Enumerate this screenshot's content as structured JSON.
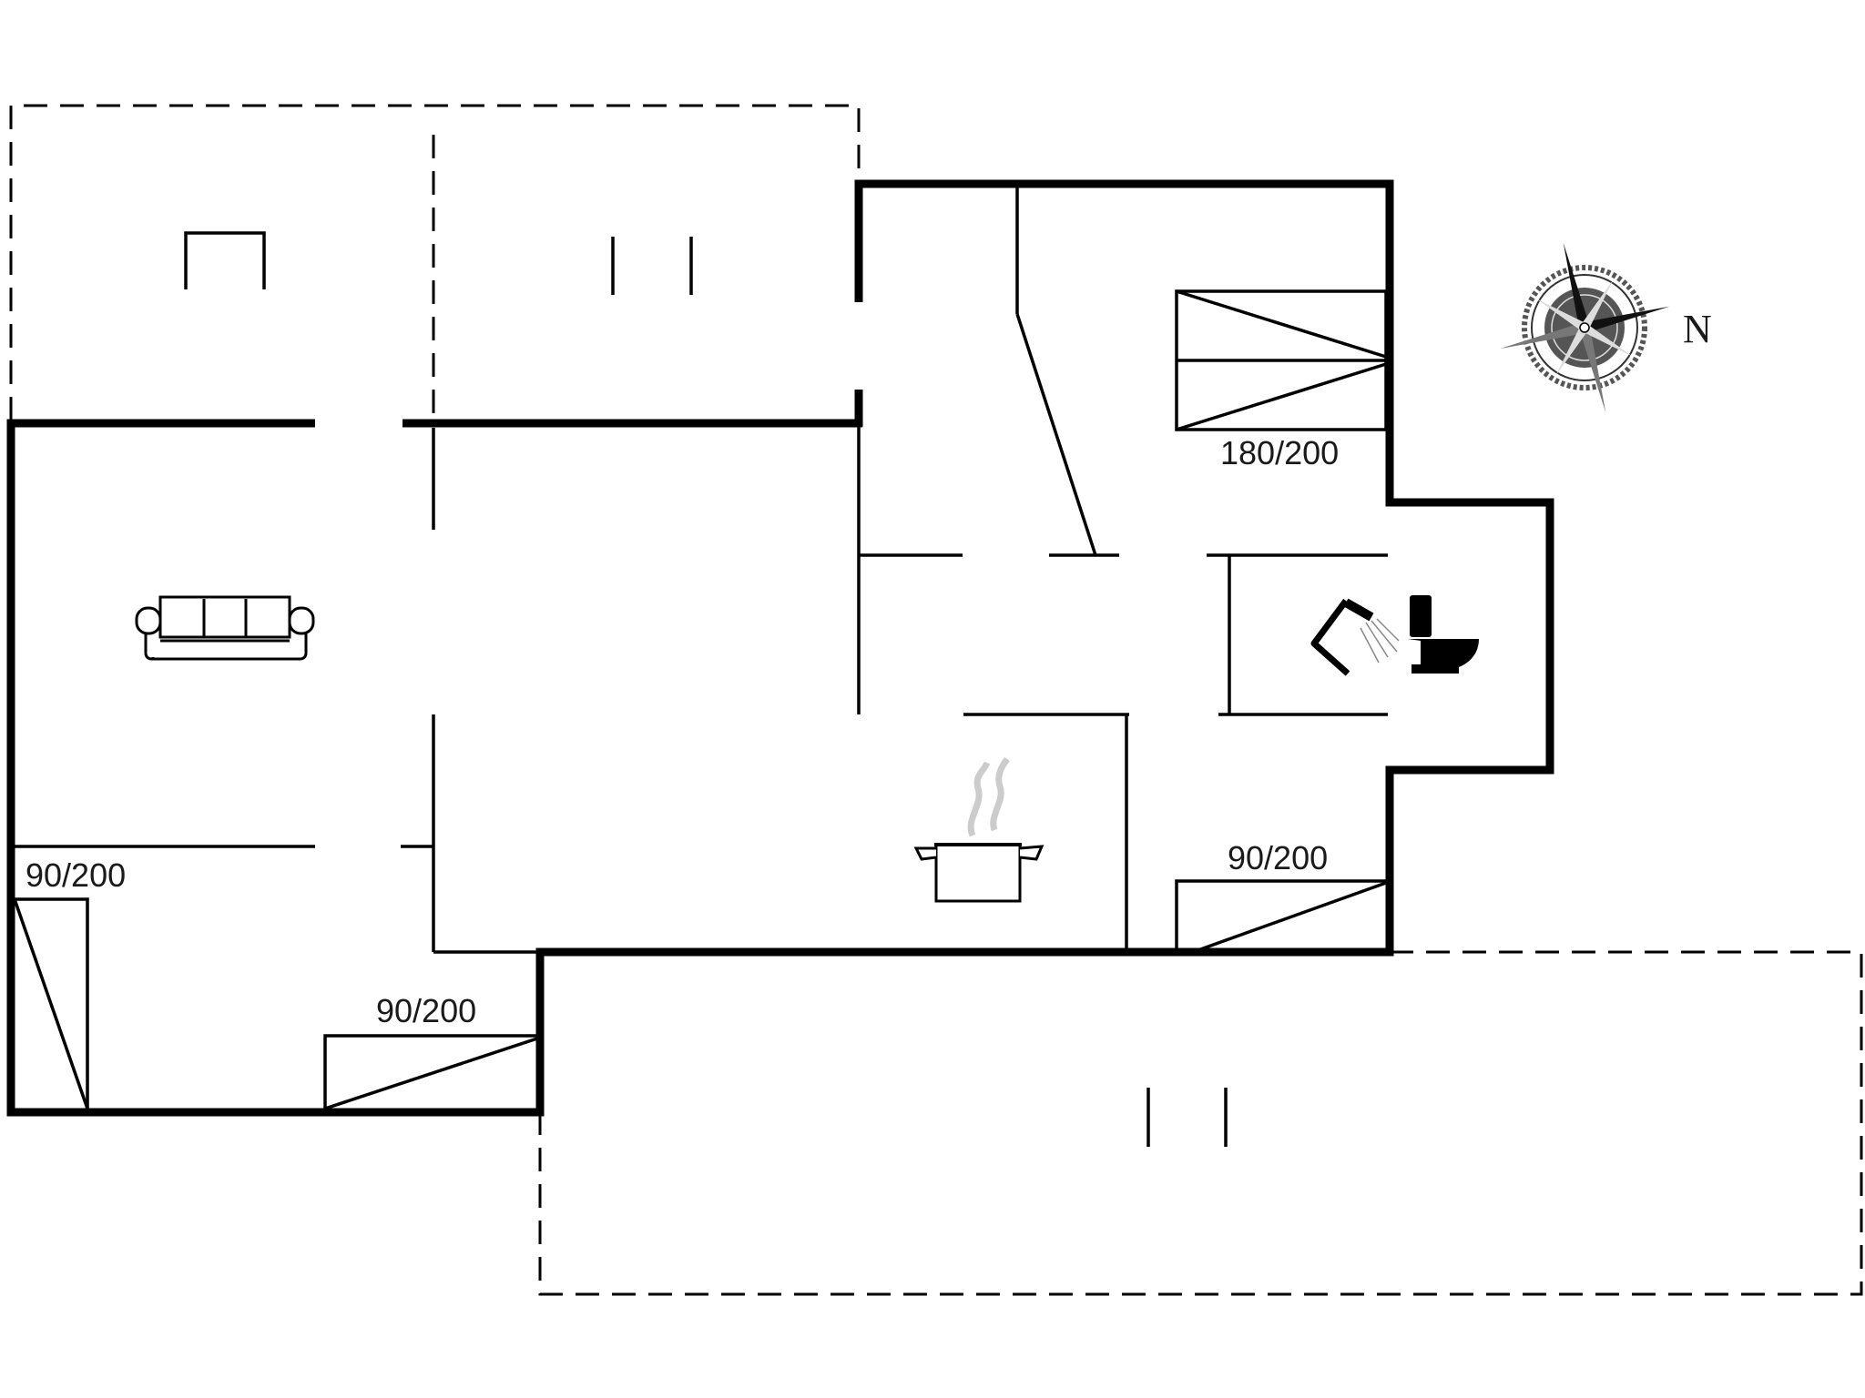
{
  "floor_plan": {
    "compass": {
      "label": "N",
      "icon": "compass-rose-icon"
    },
    "beds": [
      {
        "id": "bed-double-top-right",
        "label": "180/200"
      },
      {
        "id": "bed-single-right",
        "label": "90/200"
      },
      {
        "id": "bed-single-bottom-mid",
        "label": "90/200"
      },
      {
        "id": "bed-single-left",
        "label": "90/200"
      }
    ],
    "icons": {
      "sofa": "sofa-icon",
      "kitchen": "cooking-pot-icon",
      "shower": "shower-icon",
      "toilet": "toilet-icon"
    },
    "colors": {
      "line": "#000000",
      "icon_gray": "#cccccc",
      "background": "#ffffff"
    }
  }
}
